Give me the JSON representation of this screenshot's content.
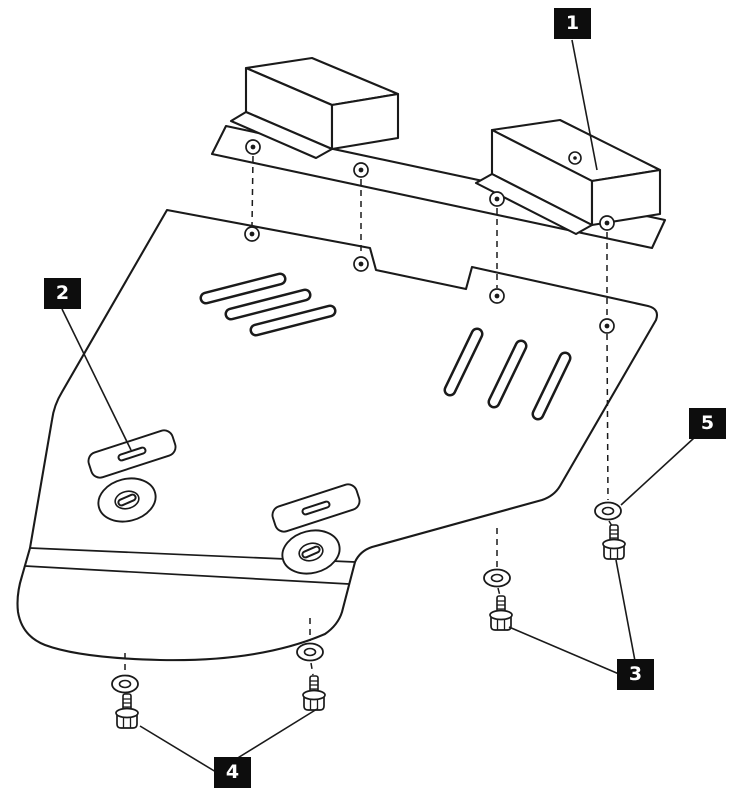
{
  "diagram": {
    "kind": "exploded-assembly-diagram",
    "colors": {
      "line": "#1a1a1a",
      "background": "#ffffff",
      "callout_bg": "#0d0d0d",
      "callout_text": "#ffffff"
    }
  },
  "callouts": [
    {
      "label": "1",
      "target": "mounting-bracket"
    },
    {
      "label": "2",
      "target": "mounting-pad"
    },
    {
      "label": "3",
      "target": "bolts-middle"
    },
    {
      "label": "4",
      "target": "bolts-front"
    },
    {
      "label": "5",
      "target": "washer"
    }
  ]
}
